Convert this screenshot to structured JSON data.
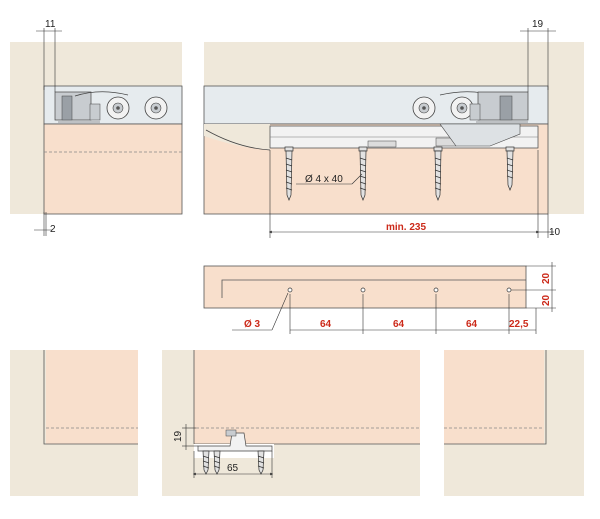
{
  "colors": {
    "wall": "#efe8da",
    "door": "#f8dfcc",
    "rail": "#e6ebee",
    "metal": "#c8ccd0",
    "line": "#555555",
    "red_label": "#cc2a1a"
  },
  "dimensions": {
    "top_left_gap": "11",
    "top_right_gap": "19",
    "bottom_left_gap": "2",
    "min_length": "min. 235",
    "right_offset": "10",
    "screw_spec": "Ø 4 x 40",
    "hole_spec": "Ø 3",
    "spacing_1": "64",
    "spacing_2": "64",
    "spacing_3": "64",
    "edge_offset": "22,5",
    "edge_top": "20",
    "edge_bottom": "20",
    "guide_height": "19",
    "guide_width": "65"
  }
}
